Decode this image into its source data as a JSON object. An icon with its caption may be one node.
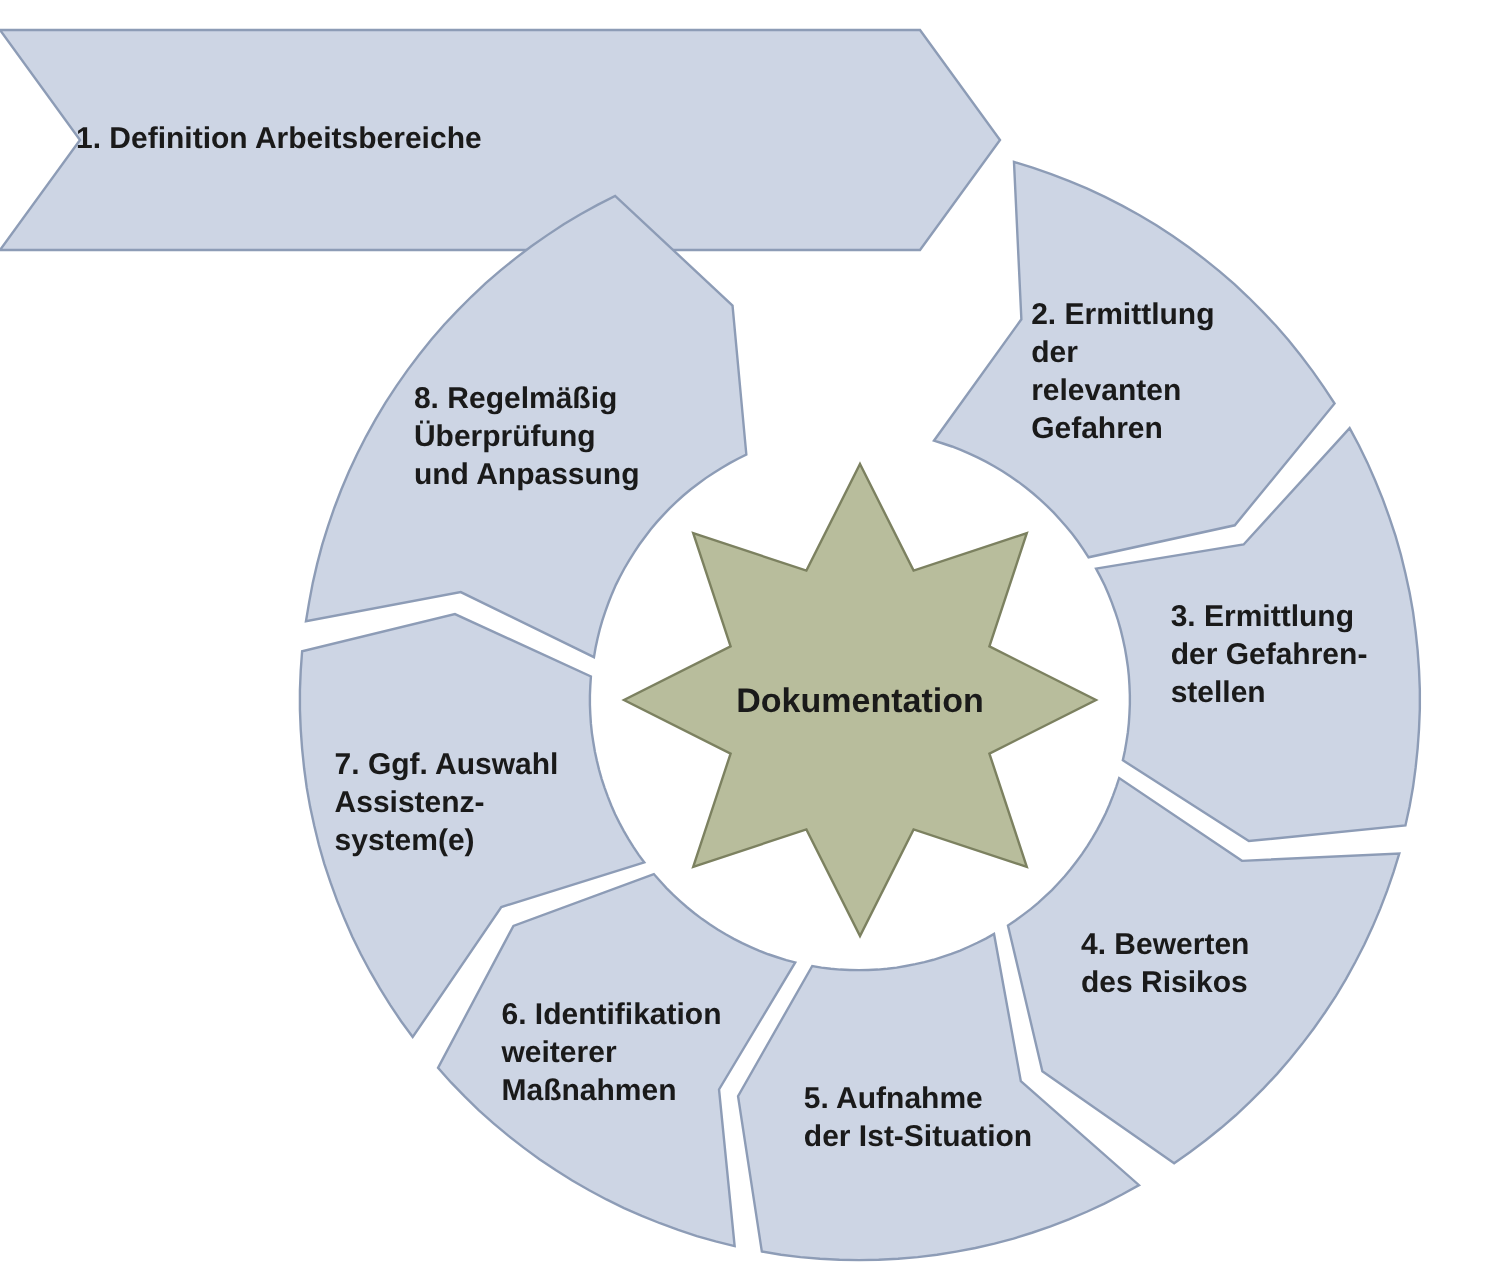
{
  "diagram": {
    "nodes": [
      {
        "text": [
          "1. Definition Arbeitsbereiche"
        ]
      },
      {
        "text": [
          "2. Ermittlung der relevanten Gefahren"
        ]
      },
      {
        "text": [
          "3. Ermittlung der Gefahren-stellen"
        ]
      },
      {
        "text": [
          "4. Bewerten des Risikos"
        ]
      },
      {
        "text": [
          "5. Aufnahme der Ist-Situation"
        ]
      },
      {
        "text": [
          "6. Identifikation weiterer Maßnahmen"
        ]
      },
      {
        "text": [
          "7. Ggf. Auswahl Assistenz-system(e)"
        ]
      },
      {
        "text": [
          "8. Regelmäßig Überprüfung und Anpassung"
        ]
      },
      {
        "text": [
          "Dokumentation"
        ]
      }
    ]
  }
}
